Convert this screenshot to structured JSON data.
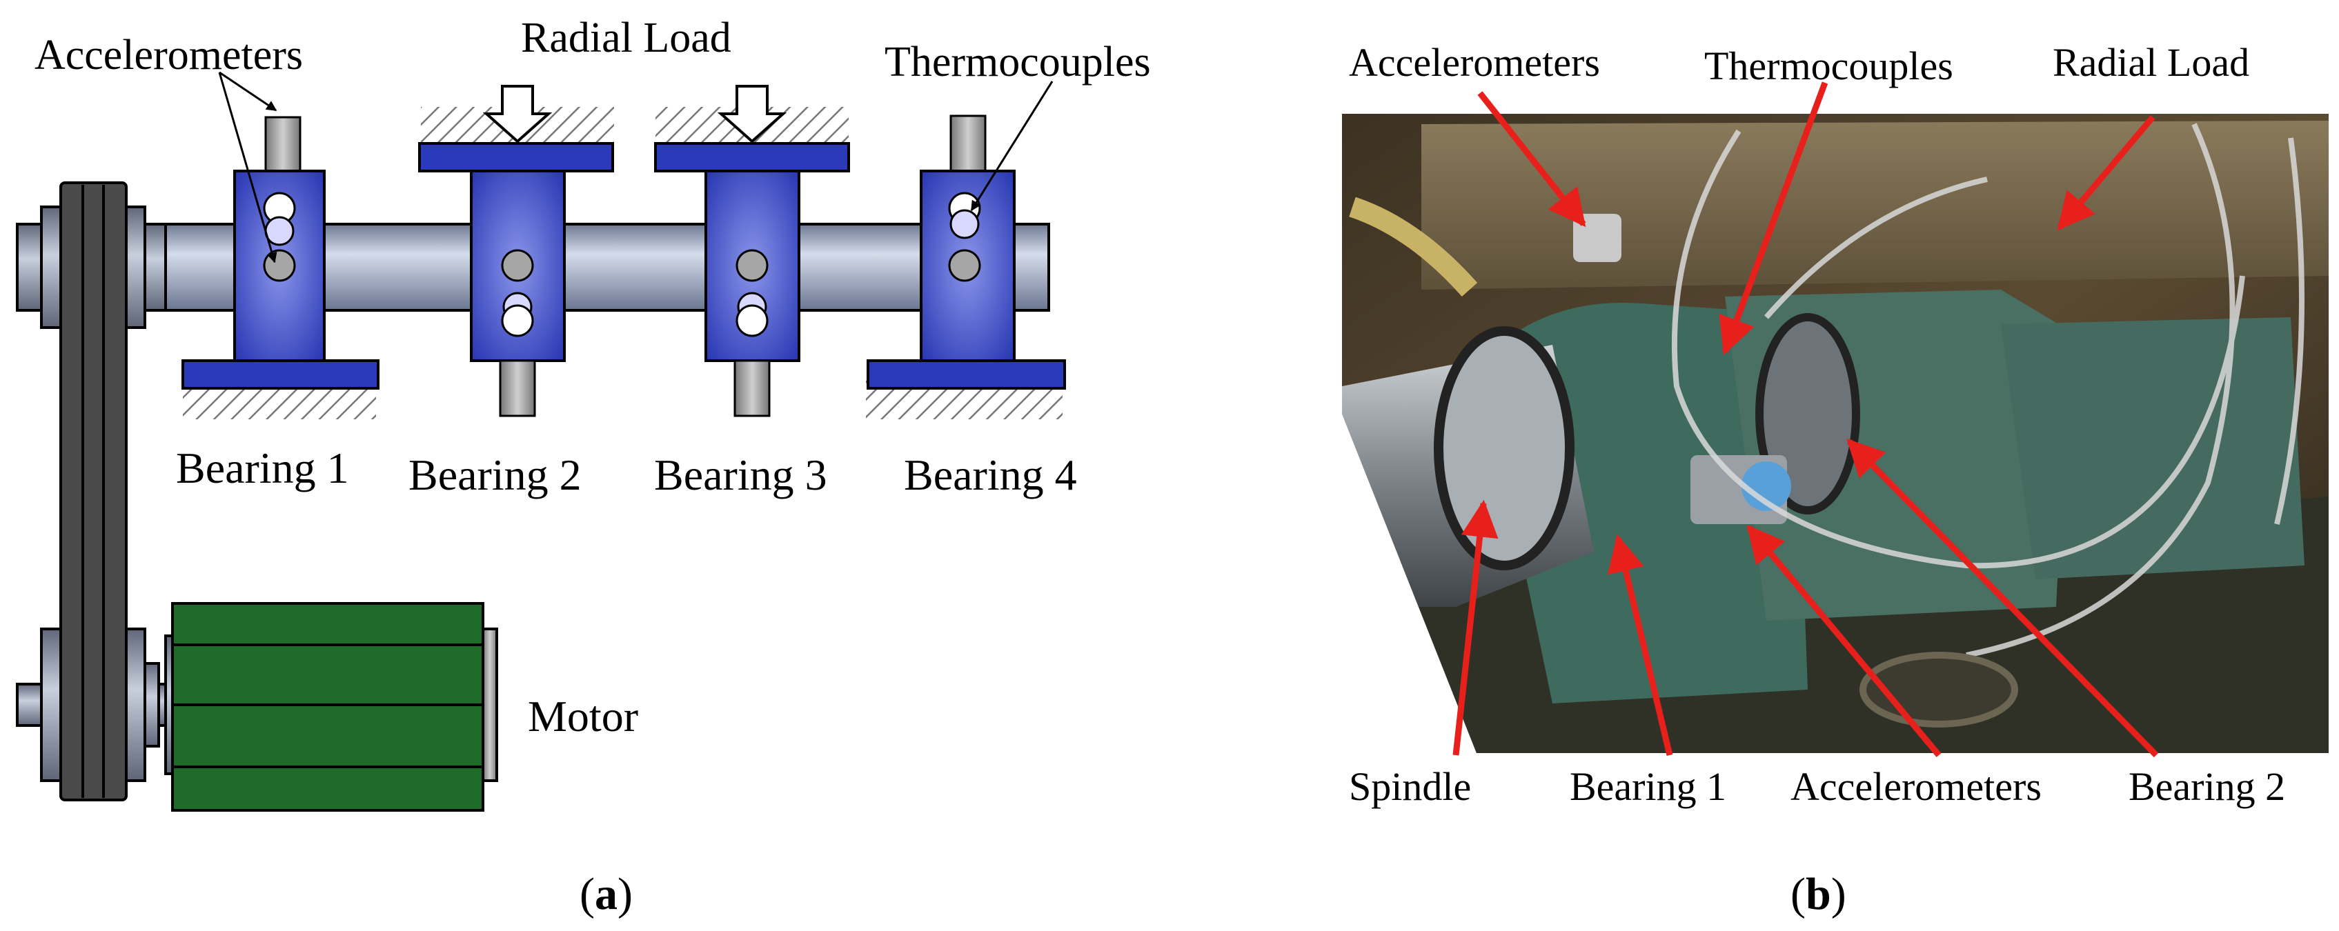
{
  "panel_a": {
    "labels": {
      "accelerometers": "Accelerometers",
      "radial_load": "Radial Load",
      "thermocouples": "Thermocouples",
      "bearing1": "Bearing 1",
      "bearing2": "Bearing 2",
      "bearing3": "Bearing 3",
      "bearing4": "Bearing 4",
      "motor": "Motor"
    },
    "caption_letter": "a"
  },
  "panel_b": {
    "labels": {
      "accelerometers_top": "Accelerometers",
      "thermocouples": "Thermocouples",
      "radial_load": "Radial Load",
      "spindle": "Spindle",
      "bearing1": "Bearing 1",
      "accelerometers_bottom": "Accelerometers",
      "bearing2": "Bearing 2"
    },
    "caption_letter": "b"
  },
  "colors": {
    "bearing_blue": "#2b3ab8",
    "shaft_grey": "#a9b4c9",
    "belt_dark": "#4a4a4a",
    "motor_green": "#1f6b2a",
    "arrow_red": "#e8201c"
  }
}
